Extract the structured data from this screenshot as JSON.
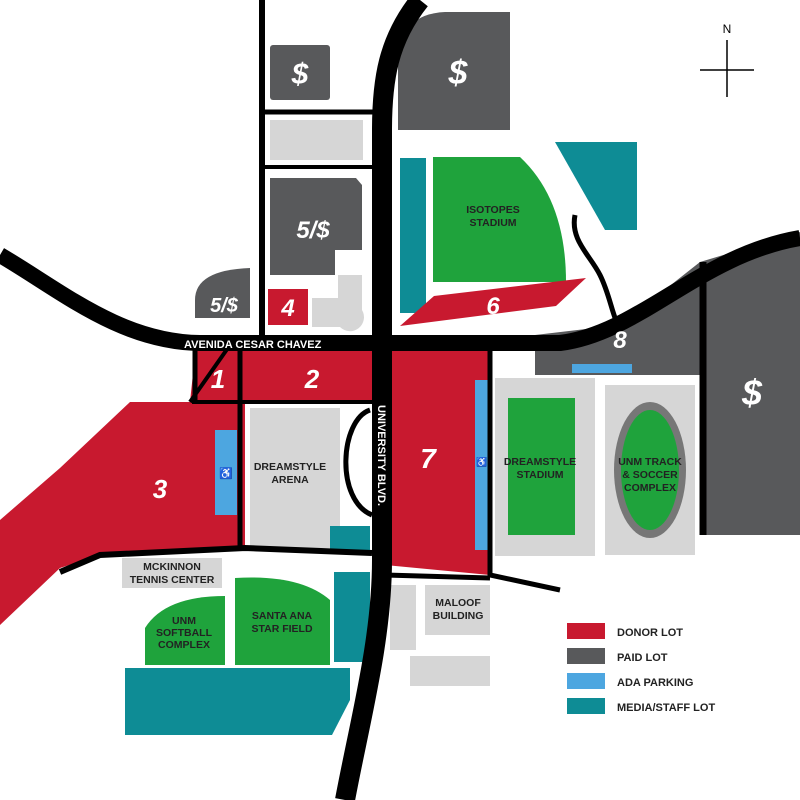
{
  "colors": {
    "donor": "#c8192f",
    "paid": "#58595b",
    "ada": "#4da6e0",
    "media": "#0e8c95",
    "field": "#1fa33c",
    "building": "#d6d6d6",
    "road": "#000000"
  },
  "roads": {
    "avenida": "AVENIDA CESAR CHAVEZ",
    "university": "UNIVERSITY BLVD."
  },
  "lots": {
    "l1": "1",
    "l2": "2",
    "l3": "3",
    "l4": "4",
    "l5a": "5/$",
    "l5b": "5/$",
    "l6": "6",
    "l7": "7",
    "l8": "8",
    "paid1": "$",
    "paid2": "$",
    "paid3": "$"
  },
  "venues": {
    "isotopes": [
      "ISOTOPES",
      "STADIUM"
    ],
    "arena": [
      "DREAMSTYLE",
      "ARENA"
    ],
    "stadium": [
      "DREAMSTYLE",
      "STADIUM"
    ],
    "track": [
      "UNM TRACK",
      "& SOCCER",
      "COMPLEX"
    ],
    "tennis": [
      "MCKINNON",
      "TENNIS CENTER"
    ],
    "softball": [
      "UNM",
      "SOFTBALL",
      "COMPLEX"
    ],
    "santaana": [
      "SANTA ANA",
      "STAR FIELD"
    ],
    "maloof": [
      "MALOOF",
      "BUILDING"
    ]
  },
  "ada_symbol": "♿",
  "compass": "N",
  "legend": [
    {
      "label": "DONOR LOT",
      "color": "#c8192f"
    },
    {
      "label": "PAID LOT",
      "color": "#58595b"
    },
    {
      "label": "ADA PARKING",
      "color": "#4da6e0"
    },
    {
      "label": "MEDIA/STAFF LOT",
      "color": "#0e8c95"
    }
  ]
}
